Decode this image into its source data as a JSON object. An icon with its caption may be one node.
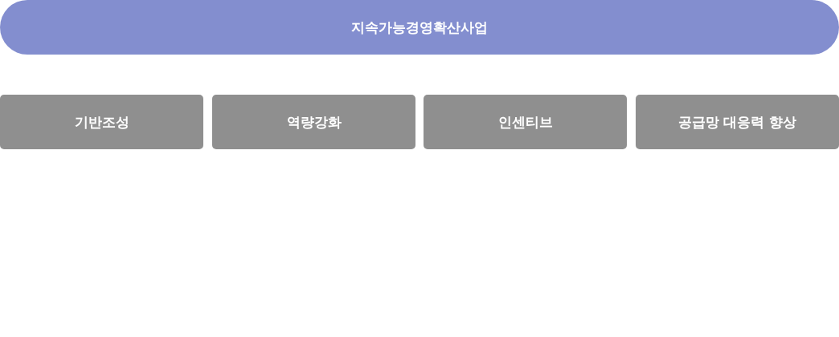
{
  "diagram": {
    "nodes": [
      {
        "text": [
          "지속가능경영확산사업"
        ]
      },
      {
        "text": [
          "기반조성"
        ]
      },
      {
        "text": [
          "역량강화"
        ]
      },
      {
        "text": [
          "인센티브"
        ]
      },
      {
        "text": [
          "공급망 대응력 향상"
        ]
      }
    ]
  }
}
